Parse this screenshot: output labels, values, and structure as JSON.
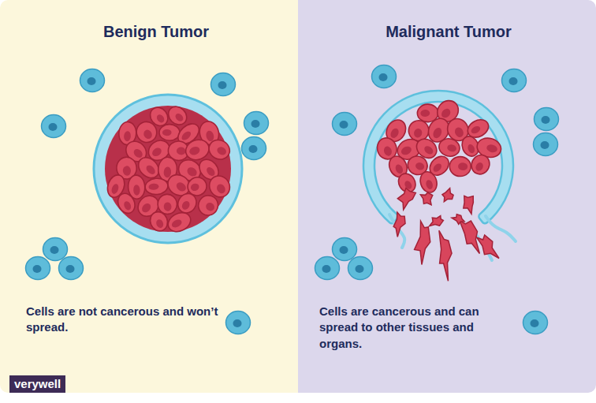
{
  "diagram": {
    "nodes": [
      {
        "text": [
          "Benign Tumor",
          "Cells are not cancerous and won’t spread."
        ]
      },
      {
        "text": [
          "Malignant Tumor",
          "Cells are cancerous and can spread to other tissues and organs."
        ]
      }
    ],
    "labels": [
      "verywell"
    ]
  }
}
